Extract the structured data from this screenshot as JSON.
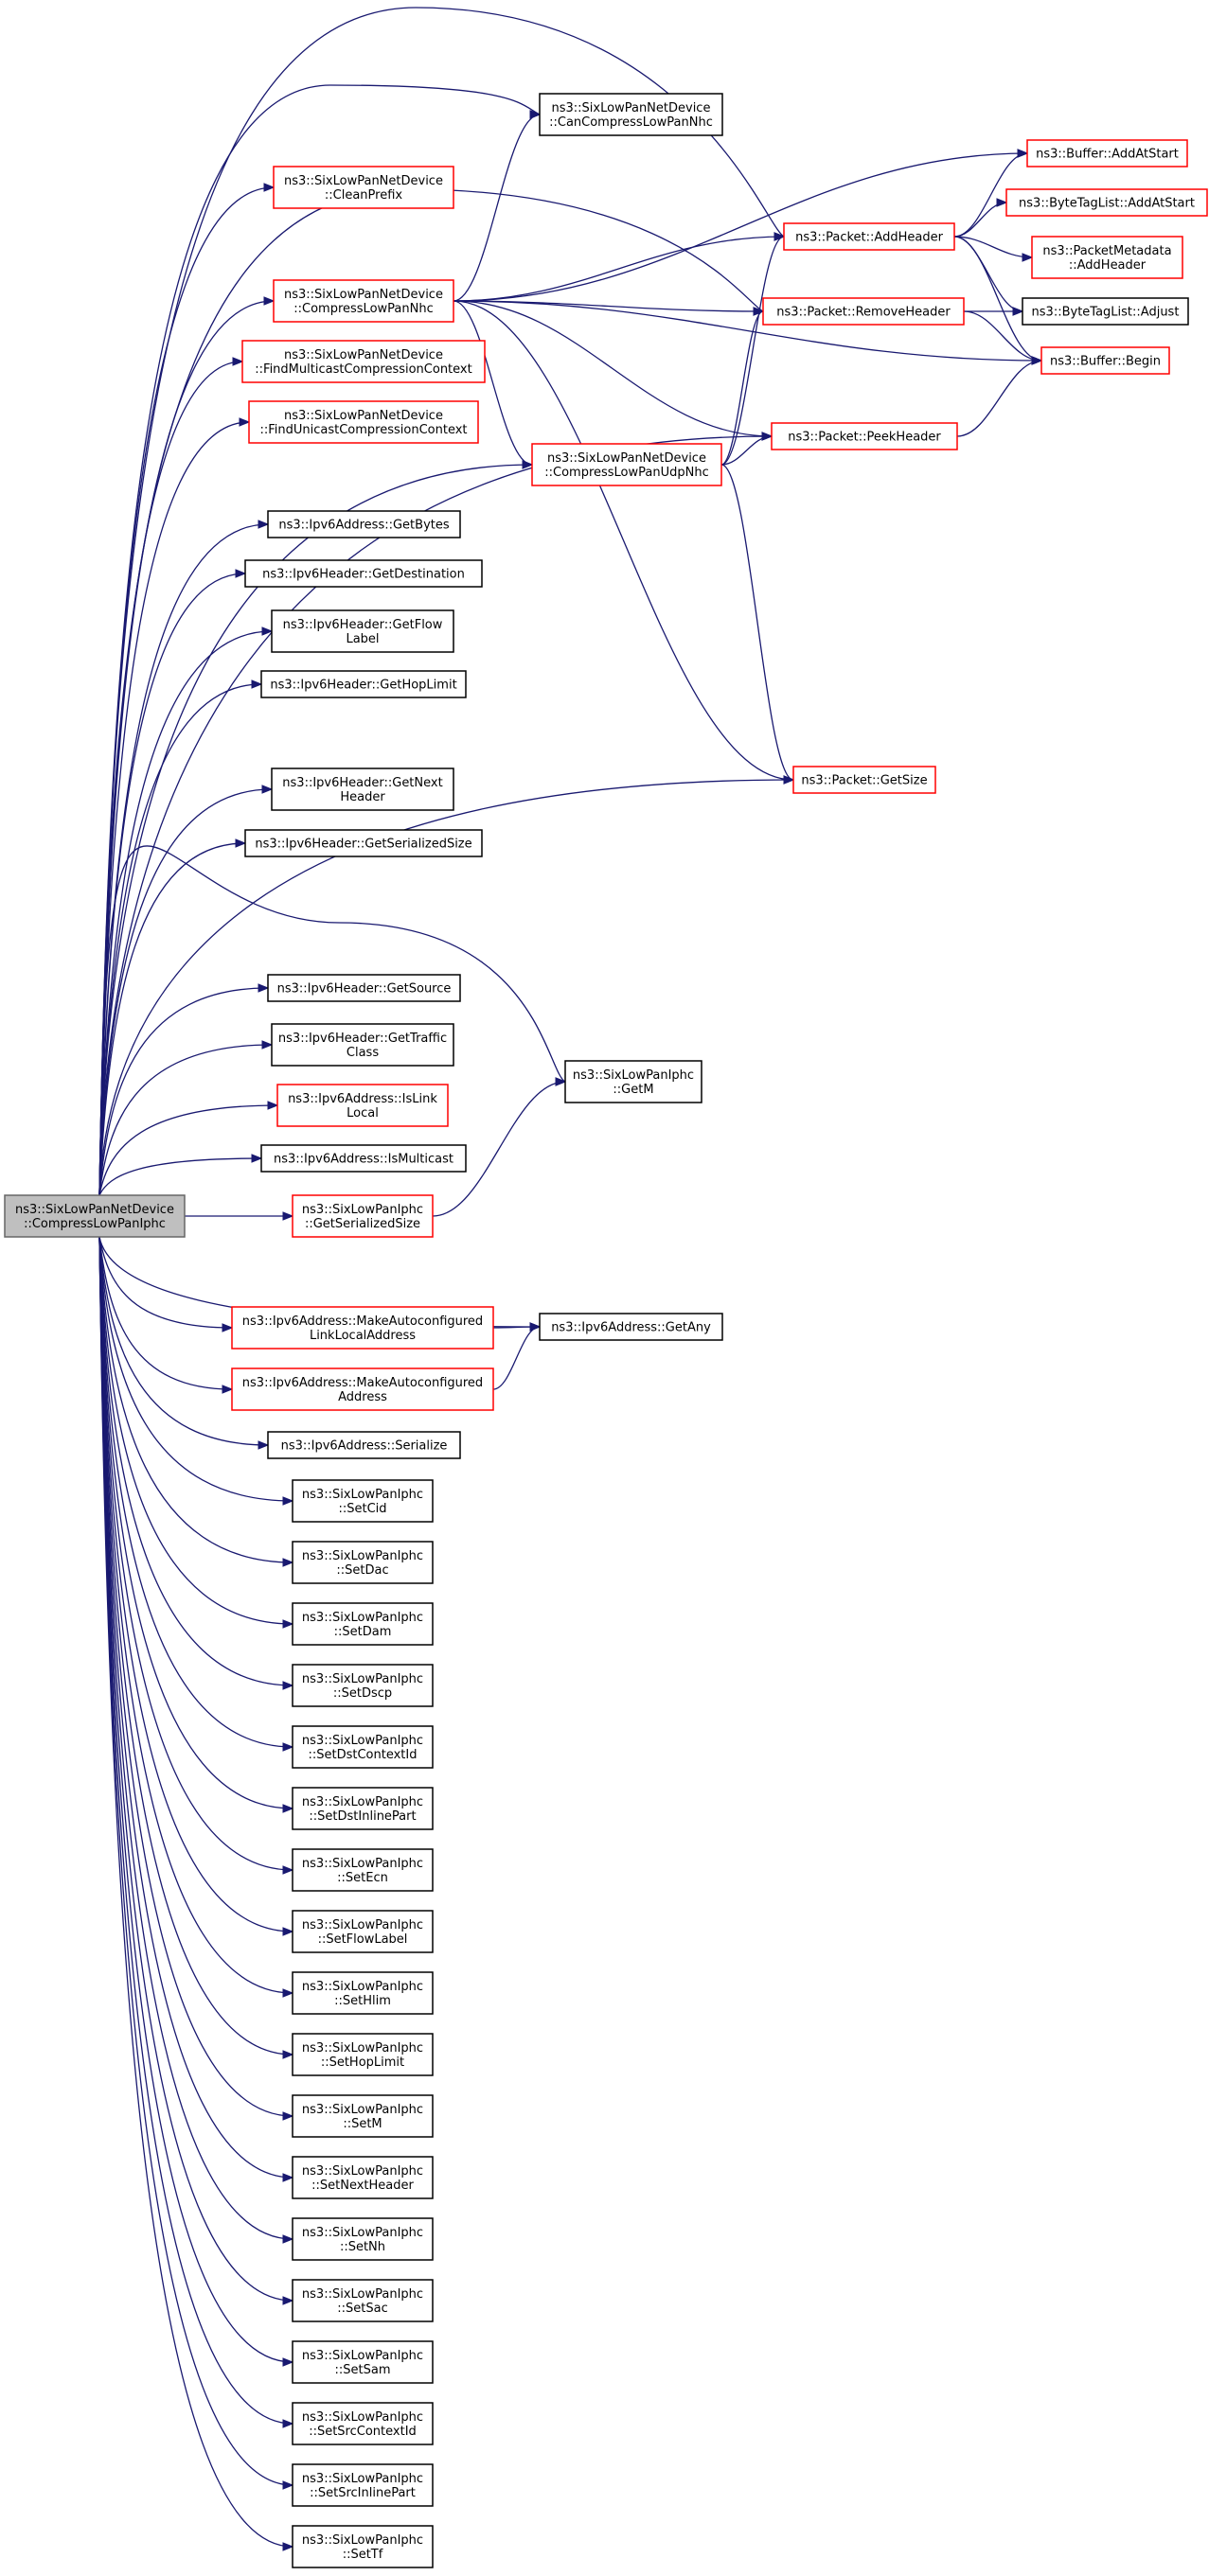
{
  "diagram": {
    "nodes": [
      {
        "id": "root",
        "lines": [
          "ns3::SixLowPanNetDevice",
          "::CompressLowPanIphc"
        ],
        "kind": "root"
      },
      {
        "id": "canCompress",
        "lines": [
          "ns3::SixLowPanNetDevice",
          "::CanCompressLowPanNhc"
        ],
        "kind": "black"
      },
      {
        "id": "cleanPrefix",
        "lines": [
          "ns3::SixLowPanNetDevice",
          "::CleanPrefix"
        ],
        "kind": "red"
      },
      {
        "id": "compressNhc",
        "lines": [
          "ns3::SixLowPanNetDevice",
          "::CompressLowPanNhc"
        ],
        "kind": "red"
      },
      {
        "id": "findMulti",
        "lines": [
          "ns3::SixLowPanNetDevice",
          "::FindMulticastCompressionContext"
        ],
        "kind": "red"
      },
      {
        "id": "findUni",
        "lines": [
          "ns3::SixLowPanNetDevice",
          "::FindUnicastCompressionContext"
        ],
        "kind": "red"
      },
      {
        "id": "getBytes",
        "lines": [
          "ns3::Ipv6Address::GetBytes"
        ],
        "kind": "black"
      },
      {
        "id": "getDest",
        "lines": [
          "ns3::Ipv6Header::GetDestination"
        ],
        "kind": "black"
      },
      {
        "id": "getFlow",
        "lines": [
          "ns3::Ipv6Header::GetFlow",
          "Label"
        ],
        "kind": "black"
      },
      {
        "id": "getHop",
        "lines": [
          "ns3::Ipv6Header::GetHopLimit"
        ],
        "kind": "black"
      },
      {
        "id": "getNext",
        "lines": [
          "ns3::Ipv6Header::GetNext",
          "Header"
        ],
        "kind": "black"
      },
      {
        "id": "getSer",
        "lines": [
          "ns3::Ipv6Header::GetSerializedSize"
        ],
        "kind": "black"
      },
      {
        "id": "getSource",
        "lines": [
          "ns3::Ipv6Header::GetSource"
        ],
        "kind": "black"
      },
      {
        "id": "getTraffic",
        "lines": [
          "ns3::Ipv6Header::GetTraffic",
          "Class"
        ],
        "kind": "black"
      },
      {
        "id": "isLink",
        "lines": [
          "ns3::Ipv6Address::IsLink",
          "Local"
        ],
        "kind": "red"
      },
      {
        "id": "isMulti",
        "lines": [
          "ns3::Ipv6Address::IsMulticast"
        ],
        "kind": "black"
      },
      {
        "id": "iphcGetSer",
        "lines": [
          "ns3::SixLowPanIphc",
          "::GetSerializedSize"
        ],
        "kind": "red"
      },
      {
        "id": "makeLink",
        "lines": [
          "ns3::Ipv6Address::MakeAutoconfigured",
          "LinkLocalAddress"
        ],
        "kind": "red"
      },
      {
        "id": "makeAddr",
        "lines": [
          "ns3::Ipv6Address::MakeAutoconfigured",
          "Address"
        ],
        "kind": "red"
      },
      {
        "id": "serialize",
        "lines": [
          "ns3::Ipv6Address::Serialize"
        ],
        "kind": "black"
      },
      {
        "id": "setCid",
        "lines": [
          "ns3::SixLowPanIphc",
          "::SetCid"
        ],
        "kind": "black"
      },
      {
        "id": "setDac",
        "lines": [
          "ns3::SixLowPanIphc",
          "::SetDac"
        ],
        "kind": "black"
      },
      {
        "id": "setDam",
        "lines": [
          "ns3::SixLowPanIphc",
          "::SetDam"
        ],
        "kind": "black"
      },
      {
        "id": "setDscp",
        "lines": [
          "ns3::SixLowPanIphc",
          "::SetDscp"
        ],
        "kind": "black"
      },
      {
        "id": "setDstCtx",
        "lines": [
          "ns3::SixLowPanIphc",
          "::SetDstContextId"
        ],
        "kind": "black"
      },
      {
        "id": "setDstInline",
        "lines": [
          "ns3::SixLowPanIphc",
          "::SetDstInlinePart"
        ],
        "kind": "black"
      },
      {
        "id": "setEcn",
        "lines": [
          "ns3::SixLowPanIphc",
          "::SetEcn"
        ],
        "kind": "black"
      },
      {
        "id": "setFlow",
        "lines": [
          "ns3::SixLowPanIphc",
          "::SetFlowLabel"
        ],
        "kind": "black"
      },
      {
        "id": "setHlim",
        "lines": [
          "ns3::SixLowPanIphc",
          "::SetHlim"
        ],
        "kind": "black"
      },
      {
        "id": "setHop",
        "lines": [
          "ns3::SixLowPanIphc",
          "::SetHopLimit"
        ],
        "kind": "black"
      },
      {
        "id": "setM",
        "lines": [
          "ns3::SixLowPanIphc",
          "::SetM"
        ],
        "kind": "black"
      },
      {
        "id": "setNextHdr",
        "lines": [
          "ns3::SixLowPanIphc",
          "::SetNextHeader"
        ],
        "kind": "black"
      },
      {
        "id": "setNh",
        "lines": [
          "ns3::SixLowPanIphc",
          "::SetNh"
        ],
        "kind": "black"
      },
      {
        "id": "setSac",
        "lines": [
          "ns3::SixLowPanIphc",
          "::SetSac"
        ],
        "kind": "black"
      },
      {
        "id": "setSam",
        "lines": [
          "ns3::SixLowPanIphc",
          "::SetSam"
        ],
        "kind": "black"
      },
      {
        "id": "setSrcCtx",
        "lines": [
          "ns3::SixLowPanIphc",
          "::SetSrcContextId"
        ],
        "kind": "black"
      },
      {
        "id": "setSrcInline",
        "lines": [
          "ns3::SixLowPanIphc",
          "::SetSrcInlinePart"
        ],
        "kind": "black"
      },
      {
        "id": "setTf",
        "lines": [
          "ns3::SixLowPanIphc",
          "::SetTf"
        ],
        "kind": "black"
      },
      {
        "id": "compressUdp",
        "lines": [
          "ns3::SixLowPanNetDevice",
          "::CompressLowPanUdpNhc"
        ],
        "kind": "red"
      },
      {
        "id": "getM",
        "lines": [
          "ns3::SixLowPanIphc",
          "::GetM"
        ],
        "kind": "black"
      },
      {
        "id": "getAny",
        "lines": [
          "ns3::Ipv6Address::GetAny"
        ],
        "kind": "black"
      },
      {
        "id": "addHeader",
        "lines": [
          "ns3::Packet::AddHeader"
        ],
        "kind": "red"
      },
      {
        "id": "removeHeader",
        "lines": [
          "ns3::Packet::RemoveHeader"
        ],
        "kind": "red"
      },
      {
        "id": "peekHeader",
        "lines": [
          "ns3::Packet::PeekHeader"
        ],
        "kind": "red"
      },
      {
        "id": "getSize",
        "lines": [
          "ns3::Packet::GetSize"
        ],
        "kind": "red"
      },
      {
        "id": "bufAddAtStart",
        "lines": [
          "ns3::Buffer::AddAtStart"
        ],
        "kind": "red"
      },
      {
        "id": "btlAddAtStart",
        "lines": [
          "ns3::ByteTagList::AddAtStart"
        ],
        "kind": "red"
      },
      {
        "id": "pmAddHeader",
        "lines": [
          "ns3::PacketMetadata",
          "::AddHeader"
        ],
        "kind": "red"
      },
      {
        "id": "btlAdjust",
        "lines": [
          "ns3::ByteTagList::Adjust"
        ],
        "kind": "black"
      },
      {
        "id": "bufBegin",
        "lines": [
          "ns3::Buffer::Begin"
        ],
        "kind": "red"
      }
    ],
    "edges": [
      [
        "root",
        "canCompress"
      ],
      [
        "root",
        "cleanPrefix"
      ],
      [
        "root",
        "compressNhc"
      ],
      [
        "root",
        "findMulti"
      ],
      [
        "root",
        "findUni"
      ],
      [
        "root",
        "getBytes"
      ],
      [
        "root",
        "getDest"
      ],
      [
        "root",
        "getFlow"
      ],
      [
        "root",
        "getHop"
      ],
      [
        "root",
        "getNext"
      ],
      [
        "root",
        "getSer"
      ],
      [
        "root",
        "getSource"
      ],
      [
        "root",
        "getTraffic"
      ],
      [
        "root",
        "isLink"
      ],
      [
        "root",
        "isMulti"
      ],
      [
        "root",
        "iphcGetSer"
      ],
      [
        "root",
        "makeLink"
      ],
      [
        "root",
        "makeAddr"
      ],
      [
        "root",
        "serialize"
      ],
      [
        "root",
        "setCid"
      ],
      [
        "root",
        "setDac"
      ],
      [
        "root",
        "setDam"
      ],
      [
        "root",
        "setDscp"
      ],
      [
        "root",
        "setDstCtx"
      ],
      [
        "root",
        "setDstInline"
      ],
      [
        "root",
        "setEcn"
      ],
      [
        "root",
        "setFlow"
      ],
      [
        "root",
        "setHlim"
      ],
      [
        "root",
        "setHop"
      ],
      [
        "root",
        "setM"
      ],
      [
        "root",
        "setNextHdr"
      ],
      [
        "root",
        "setNh"
      ],
      [
        "root",
        "setSac"
      ],
      [
        "root",
        "setSam"
      ],
      [
        "root",
        "setSrcCtx"
      ],
      [
        "root",
        "setSrcInline"
      ],
      [
        "root",
        "setTf"
      ],
      [
        "root",
        "addHeader"
      ],
      [
        "root",
        "removeHeader"
      ],
      [
        "root",
        "compressUdp"
      ],
      [
        "root",
        "peekHeader"
      ],
      [
        "root",
        "getSize"
      ],
      [
        "root",
        "getM"
      ],
      [
        "root",
        "getAny"
      ],
      [
        "compressNhc",
        "canCompress"
      ],
      [
        "compressNhc",
        "addHeader"
      ],
      [
        "compressNhc",
        "removeHeader"
      ],
      [
        "compressNhc",
        "bufAddAtStart"
      ],
      [
        "compressNhc",
        "bufBegin"
      ],
      [
        "compressNhc",
        "compressUdp"
      ],
      [
        "compressNhc",
        "peekHeader"
      ],
      [
        "compressNhc",
        "getSize"
      ],
      [
        "compressUdp",
        "addHeader"
      ],
      [
        "compressUdp",
        "removeHeader"
      ],
      [
        "compressUdp",
        "peekHeader"
      ],
      [
        "compressUdp",
        "getSize"
      ],
      [
        "iphcGetSer",
        "getM"
      ],
      [
        "makeLink",
        "getAny"
      ],
      [
        "makeAddr",
        "getAny"
      ],
      [
        "addHeader",
        "bufAddAtStart"
      ],
      [
        "addHeader",
        "btlAddAtStart"
      ],
      [
        "addHeader",
        "pmAddHeader"
      ],
      [
        "addHeader",
        "btlAdjust"
      ],
      [
        "addHeader",
        "bufBegin"
      ],
      [
        "removeHeader",
        "btlAdjust"
      ],
      [
        "removeHeader",
        "bufBegin"
      ],
      [
        "peekHeader",
        "bufBegin"
      ]
    ]
  }
}
